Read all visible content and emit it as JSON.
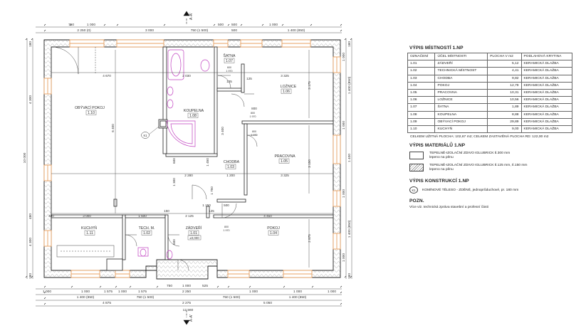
{
  "section_marks": {
    "top": "A",
    "top_suffix": "-A'",
    "bottom": "A",
    "bottom_suffix": "-A'"
  },
  "dims": {
    "top_row1": [
      "750",
      "1 000",
      "500",
      "500",
      "1 000"
    ],
    "top_row2": [
      "2 250 (0)",
      "3 000",
      "750 (1 500)",
      "500",
      "1 400 (850)"
    ],
    "bottom_row1": [
      "1 000",
      "1 000",
      "1 575",
      "1 000",
      "1 575",
      "750",
      "1 000",
      "525",
      "1 000",
      "1 000",
      "1 000"
    ],
    "bottom_row2": [
      "1 400 (850)",
      "750 (1 500)",
      "2 250",
      "750 (1 500)",
      "1 400 (850)"
    ],
    "bottom_row3": [
      "4 875",
      "2 275",
      "5 050"
    ],
    "total_w": "12 560",
    "left_v": [
      "180",
      "4 300",
      "480",
      "4 300",
      "180",
      "10 000"
    ],
    "right_v": [
      "180",
      "1 000",
      "1 400 (850)",
      "1 000",
      "1 400",
      "1 000",
      "1 400 (850)",
      "1 000",
      "180"
    ],
    "inner": [
      "4 670",
      "2 030",
      "125",
      "3 325",
      "6 400",
      "3 175",
      "2 280",
      "1 200",
      "3 325",
      "3 000",
      "1 600",
      "150",
      "2 125",
      "125",
      "4 450",
      "1 150",
      "500",
      "2 875",
      "3 400",
      "3 150",
      "600",
      "1 300",
      "1 750",
      "800",
      "600",
      "480",
      "125",
      "1 450"
    ]
  },
  "rooms_plan": [
    {
      "name": "OBÝVACÍ POKOJ",
      "num": "1.10"
    },
    {
      "name": "KOUPELNA",
      "num": "1.08"
    },
    {
      "name": "ŠATNA",
      "num": "1.07"
    },
    {
      "name": "LOŽNICE",
      "num": "1.06"
    },
    {
      "name": "PRACOVNA",
      "num": "1.05"
    },
    {
      "name": "CHODBA",
      "num": "1.03"
    },
    {
      "name": "KUCHYŇ",
      "num": "1.11"
    },
    {
      "name": "TECH. M.",
      "num": "1.02"
    },
    {
      "name": "ZÁDVEŘÍ",
      "num": "1.01"
    },
    {
      "name": "POKOJ",
      "num": "1.04"
    }
  ],
  "plan_labels": {
    "k1": "K1",
    "entrance_level": "±0,000",
    "door_a": "800",
    "door_b": "1 970",
    "door_c": "600"
  },
  "schedule": {
    "title": "VÝPIS MÍSTNOSTÍ  1.NP",
    "headers": [
      "OZNAČENÍ",
      "ÚČEL MÍSTNOSTI",
      "PLOCHA V m2",
      "PODLAHOVÁ KRYTINA"
    ],
    "rows": [
      [
        "1.01",
        "ZÁDVEŘÍ",
        "5,12",
        "KERAMICKÁ DLAŽBA"
      ],
      [
        "1.02",
        "TECHNICKÁ MÍSTNOST",
        "4,41",
        "KERAMICKÁ DLAŽBA"
      ],
      [
        "1.03",
        "CHODBA",
        "9,82",
        "KERAMICKÁ DLAŽBA"
      ],
      [
        "1.04",
        "POKOJ",
        "12,79",
        "KERAMICKÁ DLAŽBA"
      ],
      [
        "1.05",
        "PRACOVNA",
        "10,31",
        "KERAMICKÁ DLAŽBA"
      ],
      [
        "1.06",
        "LOŽNICE",
        "10,56",
        "KERAMICKÁ DLAŽBA"
      ],
      [
        "1.07",
        "ŠATNA",
        "1,89",
        "KERAMICKÁ DLAŽBA"
      ],
      [
        "1.08",
        "KOUPELNA",
        "8,88",
        "KERAMICKÁ DLAŽBA"
      ],
      [
        "1.09",
        "OBÝVACÍ POKOJ",
        "29,89",
        "KERAMICKÁ DLAŽBA"
      ],
      [
        "1.10",
        "KUCHYŇ",
        "9,00",
        "KERAMICKÁ DLAŽBA"
      ]
    ],
    "totals": "CELKEM UŽITNÁ PLOCHA: 102,67 m2; CELKEM ZASTAVĚNÁ PLOCHA RD: 122,00 m2"
  },
  "materials": {
    "title": "VÝPIS MATERIÁLŮ  1.NP",
    "items": [
      {
        "line1": "TEPELNĚ-IZOLAČNÍ ZDIVO IGLUBRICK tl.300 mm",
        "line2": "lepeno na pěnu"
      },
      {
        "line1": "TEPELNĚ-IZOLAČNÍ ZDIVO IGLUBRICK tl.125 mm, tl.150 mm",
        "line2": "lepeno na pěnu"
      }
    ]
  },
  "constructions": {
    "title": "VÝPIS KONSTRUKCÍ  1.NP",
    "tag": "K1",
    "text": "KOMÍNOVÉ TĚLESO - ZDĚNÉ, jednoprůduchové, pr. 180 mm"
  },
  "note": {
    "title": "POZN.",
    "text": "Více viz. technická zpráva stavební a profesní části"
  },
  "colors": {
    "wall": "#ffffff",
    "wall_stroke": "#222222",
    "window": "#e8a060",
    "fixture": "#c040c0",
    "dim_line": "#444444"
  }
}
